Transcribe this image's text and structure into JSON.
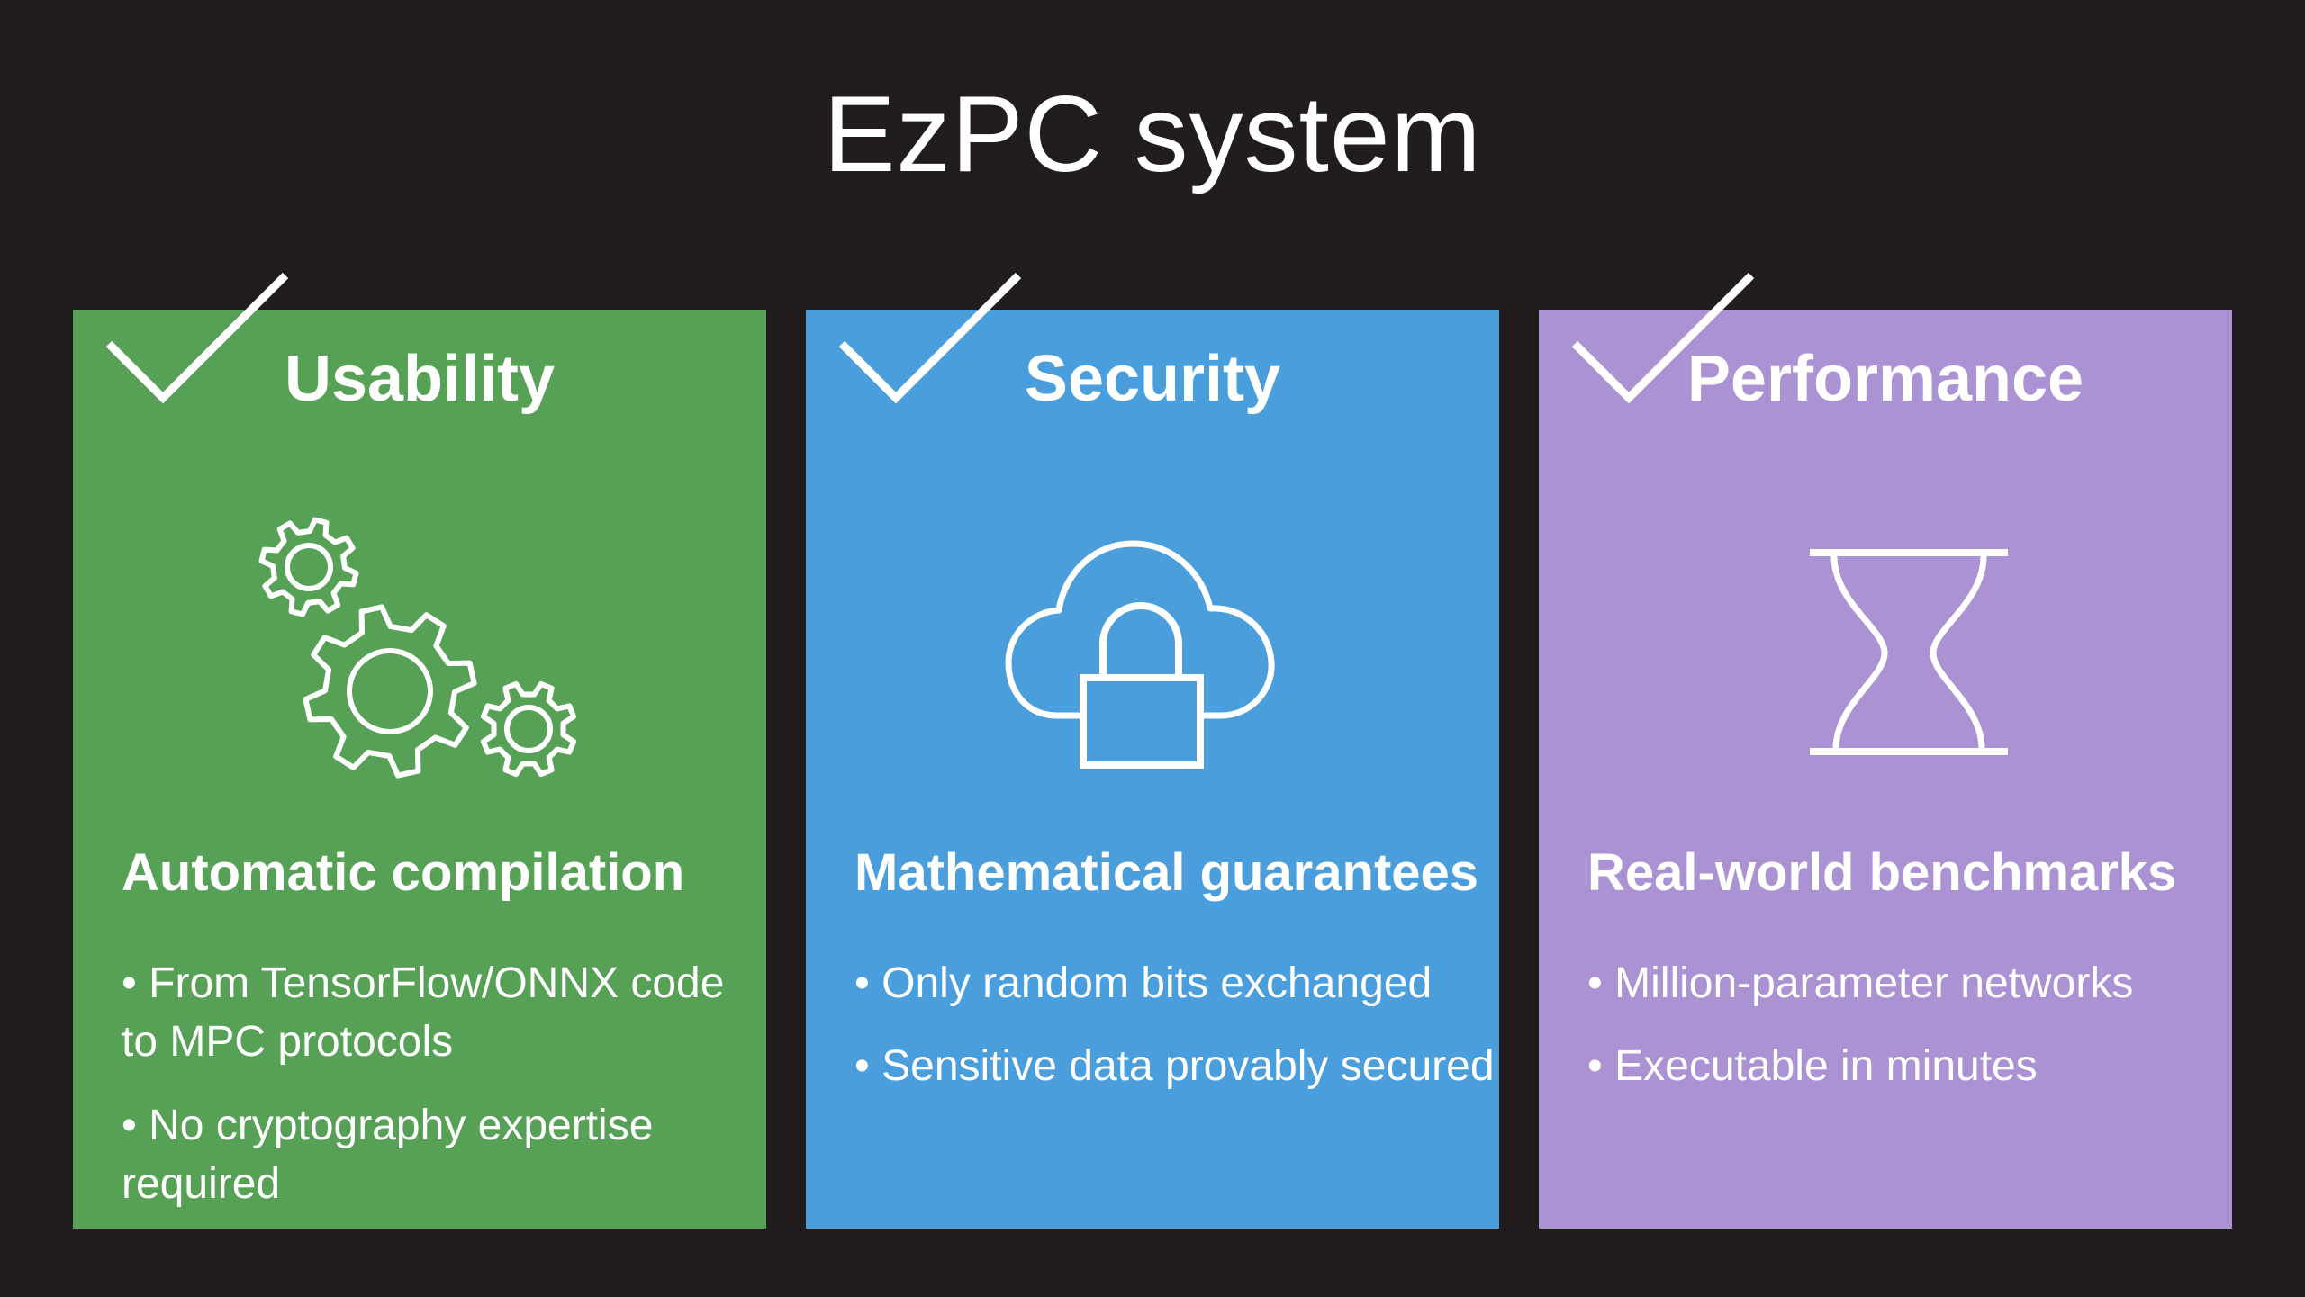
{
  "slide": {
    "title": "EzPC system"
  },
  "colors": {
    "background": "#211c1d",
    "text": "#ffffff",
    "card_green": "#56a156",
    "card_blue": "#4b9edc",
    "card_purple": "#ab93d3"
  },
  "cards": [
    {
      "label": "Usability",
      "icon": "gears-icon",
      "color": "#56a156",
      "subtitle": "Automatic compilation",
      "bullets": [
        "• From TensorFlow/ONNX code to MPC protocols",
        "• No cryptography expertise required"
      ]
    },
    {
      "label": "Security",
      "icon": "cloud-lock-icon",
      "color": "#4b9edc",
      "subtitle": "Mathematical guarantees",
      "bullets": [
        "• Only random bits exchanged",
        "• Sensitive data provably secured"
      ]
    },
    {
      "label": "Performance",
      "icon": "hourglass-icon",
      "color": "#ab93d3",
      "subtitle": "Real-world benchmarks",
      "bullets": [
        "• Million-parameter networks",
        "• Executable in minutes"
      ]
    }
  ]
}
